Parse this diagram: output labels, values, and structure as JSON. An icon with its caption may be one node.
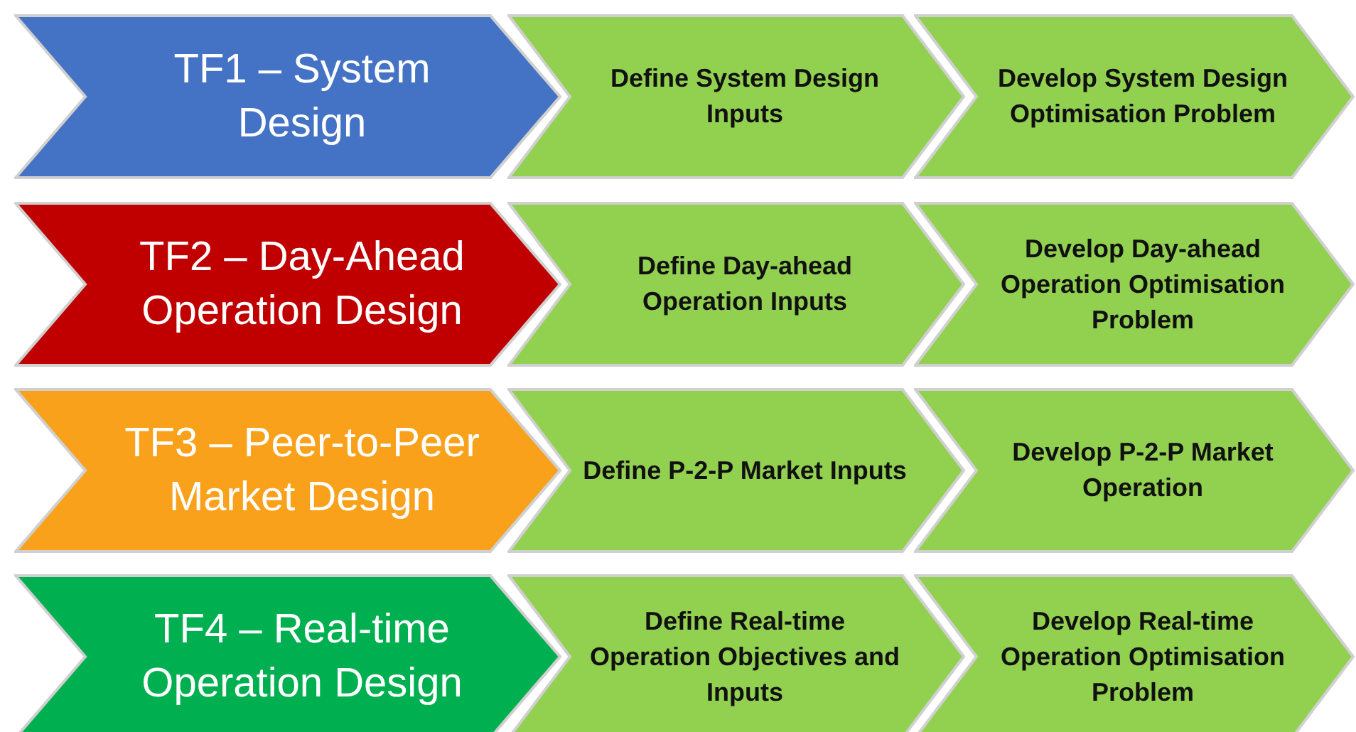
{
  "diagram": {
    "nodes": [
      {
        "text": [
          "TF1 – System Design"
        ]
      },
      {
        "text": [
          "Define System Design Inputs"
        ]
      },
      {
        "text": [
          "Develop System Design Optimisation Problem"
        ]
      },
      {
        "text": [
          "TF2 – Day-Ahead Operation Design"
        ]
      },
      {
        "text": [
          "Define Day-ahead Operation Inputs"
        ]
      },
      {
        "text": [
          "Develop Day-ahead Operation Optimisation Problem"
        ]
      },
      {
        "text": [
          "TF3 – Peer-to-Peer Market Design"
        ]
      },
      {
        "text": [
          "Define P-2-P Market Inputs"
        ]
      },
      {
        "text": [
          "Develop P-2-P Market Operation"
        ]
      },
      {
        "text": [
          "TF4 – Real-time Operation Design"
        ]
      },
      {
        "text": [
          "Define Real-time Operation Objectives and Inputs"
        ]
      },
      {
        "text": [
          "Develop Real-time Operation Optimisation Problem"
        ]
      }
    ]
  }
}
